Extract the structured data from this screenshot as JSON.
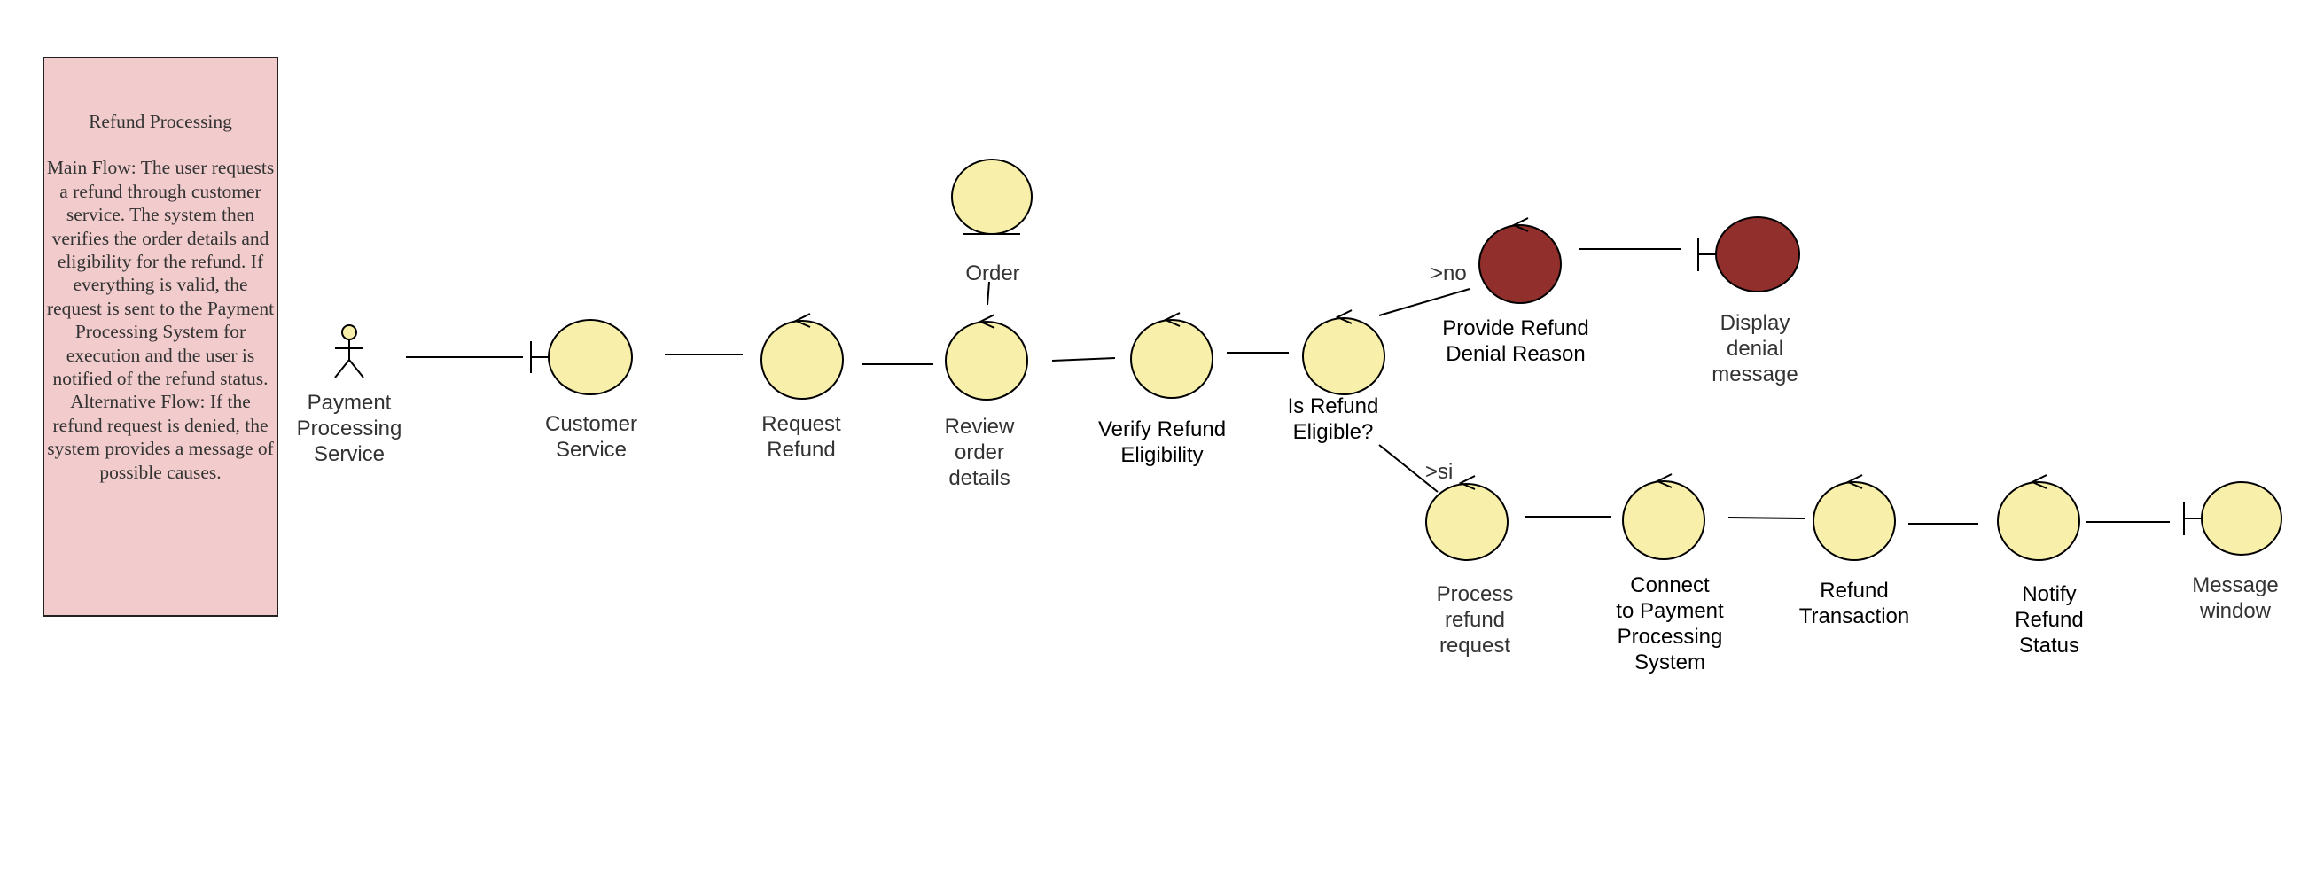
{
  "note": {
    "title": "Refund Processing",
    "text": "Main Flow:  The user requests a refund through customer service. The system then verifies the order details and eligibility for the refund. If everything is valid, the request is sent to the Payment Processing System for execution and the user is notified of the refund status.\nAlternative Flow:  If the refund request is denied, the system provides a message of possible causes."
  },
  "labels": {
    "actor": "Payment\nProcessing\nService",
    "customer_service": "Customer\nService",
    "request_refund": "Request\nRefund",
    "order": "Order",
    "review_order": "Review\norder\ndetails",
    "verify_refund": "Verify Refund\nEligibility",
    "is_refund_eligible": "Is Refund\nEligible?",
    "branch_no": ">no",
    "branch_si": ">si",
    "provide_denial": "Provide Refund\nDenial Reason",
    "display_denial": "Display\ndenial\nmessage",
    "process_refund": "Process\nrefund\nrequest",
    "connect_payment": "Connect\nto Payment\nProcessing\nSystem",
    "refund_transaction": "Refund\nTransaction",
    "notify_status": "Notify\nRefund\nStatus",
    "message_window": "Message\nwindow"
  },
  "colors": {
    "object_fill": "#f8f0aa",
    "denial_fill": "#912f2c",
    "note_fill": "#f2cccc",
    "stroke": "#000000"
  }
}
